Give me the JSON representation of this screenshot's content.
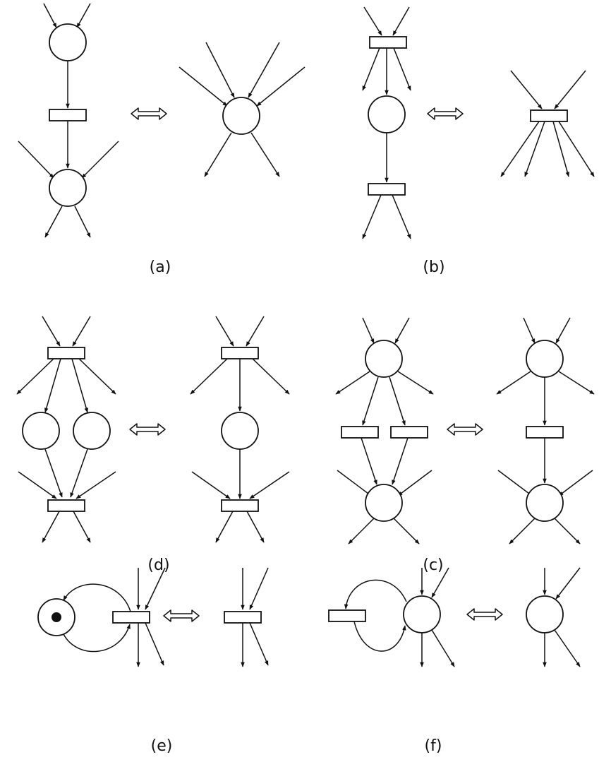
{
  "panels": [
    {
      "id": "a",
      "label": "(a)"
    },
    {
      "id": "b",
      "label": "(b)"
    },
    {
      "id": "d",
      "label": "(d)"
    },
    {
      "id": "c",
      "label": "(c)"
    },
    {
      "id": "e",
      "label": "(e)"
    },
    {
      "id": "f",
      "label": "(f)"
    }
  ],
  "colors": {
    "stroke": "#111111",
    "background": "#ffffff"
  }
}
